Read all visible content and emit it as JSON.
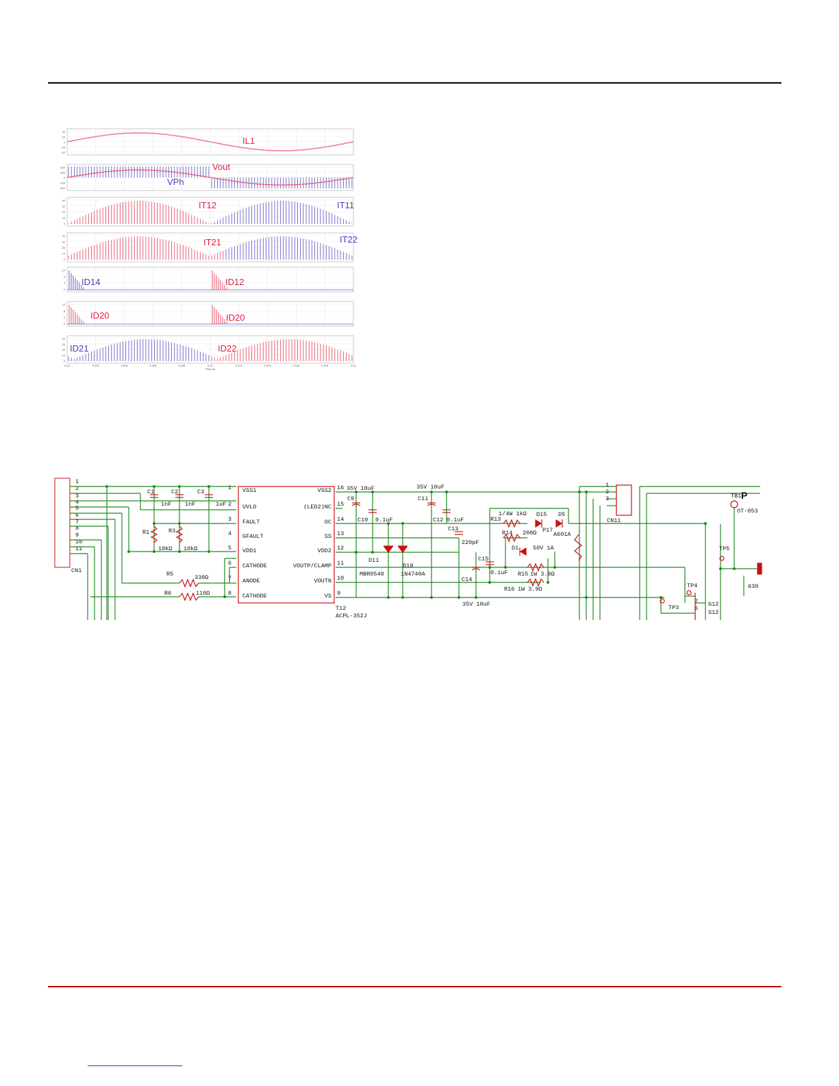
{
  "colors": {
    "series_a": "#e8506a",
    "series_b": "#6a62c8",
    "wire": "#1f8a1f",
    "part": "#c81010",
    "rule": "#c00000"
  },
  "waveforms": {
    "panels": [
      {
        "key": "il1",
        "labels": [
          {
            "text": "IL1",
            "color": "red"
          }
        ],
        "yticks": [
          "40",
          "20",
          "0",
          "-20",
          "-40"
        ]
      },
      {
        "key": "vout",
        "labels": [
          {
            "text": "Vout",
            "color": "red"
          },
          {
            "text": "VPh",
            "color": "blue"
          }
        ],
        "yticks": [
          "400",
          "200",
          "0",
          "-200",
          "-400"
        ]
      },
      {
        "key": "it1x",
        "labels": [
          {
            "text": "IT12",
            "color": "red"
          },
          {
            "text": "IT11",
            "color": "blue"
          }
        ],
        "yticks": [
          "40",
          "30",
          "20",
          "10",
          "0"
        ]
      },
      {
        "key": "it2x",
        "labels": [
          {
            "text": "IT21",
            "color": "red"
          },
          {
            "text": "IT22",
            "color": "blue"
          }
        ],
        "yticks": [
          "40",
          "30",
          "20",
          "10",
          "0"
        ]
      },
      {
        "key": "id1x",
        "labels": [
          {
            "text": "ID14",
            "color": "blue"
          },
          {
            "text": "ID12",
            "color": "red"
          }
        ],
        "yticks": [
          "12",
          "8",
          "4",
          "0"
        ]
      },
      {
        "key": "id20",
        "labels": [
          {
            "text": "ID20",
            "color": "red"
          },
          {
            "text": "ID20",
            "color": "red"
          }
        ],
        "yticks": [
          "12",
          "8",
          "4",
          "0"
        ]
      },
      {
        "key": "id2x",
        "labels": [
          {
            "text": "ID21",
            "color": "blue"
          },
          {
            "text": "ID22",
            "color": "red"
          }
        ],
        "yticks": [
          "40",
          "30",
          "20",
          "10",
          "0"
        ]
      }
    ],
    "xticks": [
      "0.00",
      "0.002",
      "0.004",
      "0.006",
      "0.008",
      "0.01",
      "0.012",
      "0.014",
      "0.016",
      "0.018",
      "0.02"
    ],
    "xlabel": "Time (s)"
  },
  "schematic": {
    "cn1": {
      "name": "CN1",
      "pins": [
        "1",
        "2",
        "3",
        "4",
        "5",
        "6",
        "7",
        "8",
        "9",
        "10",
        "11"
      ]
    },
    "cn11": {
      "name": "CN11",
      "pins": [
        "1",
        "2",
        "3"
      ]
    },
    "ic": {
      "ref": "T12",
      "part": "ACPL-352J",
      "left": [
        {
          "num": "1",
          "name": "VSS1"
        },
        {
          "num": "2",
          "name": "UVLO"
        },
        {
          "num": "3",
          "name": "FAULT"
        },
        {
          "num": "4",
          "name": "GFAULT"
        },
        {
          "num": "5",
          "name": "VDD1"
        },
        {
          "num": "6",
          "name": "CATHODE"
        },
        {
          "num": "7",
          "name": "ANODE"
        },
        {
          "num": "8",
          "name": "CATHODE"
        }
      ],
      "right": [
        {
          "num": "16",
          "name": "VSS2"
        },
        {
          "num": "15",
          "name": "(LED2)NC"
        },
        {
          "num": "14",
          "name": "OC"
        },
        {
          "num": "13",
          "name": "SS"
        },
        {
          "num": "12",
          "name": "VDD2"
        },
        {
          "num": "11",
          "name": "VOUTP/CLAMP"
        },
        {
          "num": "10",
          "name": "VOUTN"
        },
        {
          "num": "9",
          "name": "VS"
        }
      ]
    },
    "labels": {
      "c1": "C1",
      "c1v": "1nF",
      "c2": "C2",
      "c2v": "1nF",
      "c3": "C3",
      "c3v": "1uF",
      "r1": "R1",
      "r1v": "10kΩ",
      "r3": "R3",
      "r3v": "10kΩ",
      "r5": "R5",
      "r5v": "330Ω",
      "r6": "R6",
      "r6v": "110Ω",
      "c9": "C9",
      "c9v": "35V 10uF",
      "c10": "C10",
      "c10v": "0.1uF",
      "c11": "C11",
      "c11v": "35V 10uF",
      "c12": "C12",
      "c12v": "0.1uF",
      "c13": "C13",
      "c13v": "220pF",
      "c14": "C14",
      "c14v": "35V 10uF",
      "c15": "C15",
      "c15v": "0.1uF",
      "d11": "D11",
      "d11v": "MBR0540",
      "d19": "D19",
      "d19v": "1N4740A",
      "r13": "R13",
      "r13v": "1/4W 1kΩ",
      "d15": "D15",
      "d15v": "P17",
      "d5": "D5",
      "d5v": "A601A",
      "r14": "R14",
      "r14v": "200Ω",
      "d1": "D1",
      "d1v": "50V 1A",
      "r15": "R15",
      "r15v": "1W  3.9Ω",
      "r16": "R16",
      "r16v": "1W  3.9Ω",
      "tb1": "TB1",
      "p": "P",
      "ot": "OT-053",
      "tp5": "TP5",
      "tp4": "TP4",
      "tp3": "TP3",
      "g12": "G12",
      "s12": "S12",
      "p7": "7",
      "p6": "6",
      "cap630": "630"
    }
  }
}
